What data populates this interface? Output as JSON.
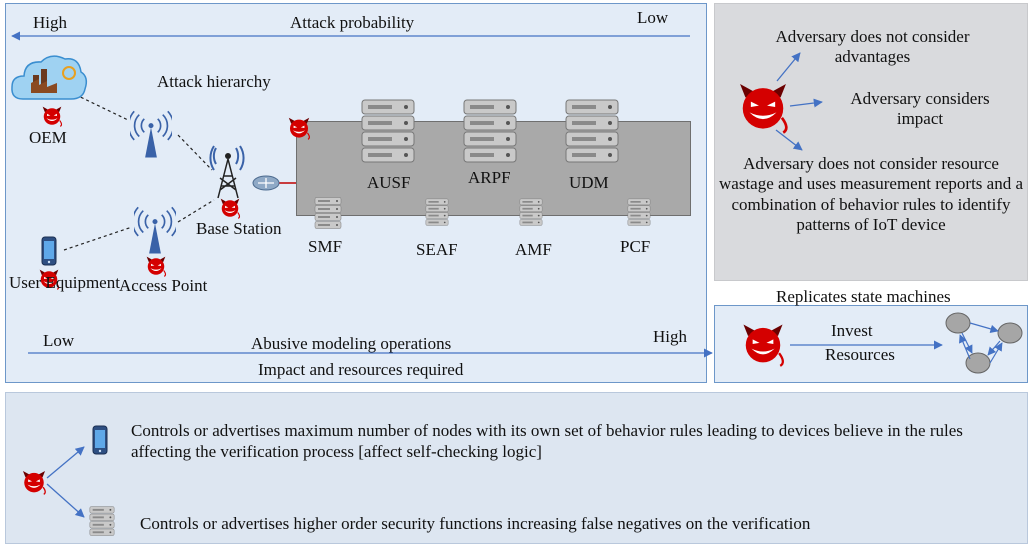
{
  "main": {
    "attack_probability": {
      "high": "High",
      "title": "Attack probability",
      "low": "Low"
    },
    "attack_hierarchy": "Attack hierarchy",
    "nodes": {
      "oem": "OEM",
      "base_station": "Base Station",
      "access_point": "Access Point",
      "user_equipment": "User Equipment"
    },
    "core_functions": {
      "ausf": "AUSF",
      "arpf": "ARPF",
      "udm": "UDM",
      "smf": "SMF",
      "seaf": "SEAF",
      "amf": "AMF",
      "pcf": "PCF"
    },
    "abusive": {
      "low": "Low",
      "title": "Abusive modeling operations",
      "high": "High"
    },
    "impact_caption": "Impact and resources required"
  },
  "right_top": {
    "no_advantages": "Adversary does not consider advantages",
    "considers_impact": "Adversary considers impact",
    "no_wastage": "Adversary does not consider resource wastage and uses measurement reports and a combination of behavior rules to identify patterns of IoT device"
  },
  "right_bottom": {
    "title": "Replicates state machines",
    "invest": "Invest",
    "resources": "Resources"
  },
  "bottom": {
    "line1": "Controls or advertises maximum number of nodes with its own set of behavior rules leading to devices believe in the rules affecting the verification process [affect self-checking logic]",
    "line2": "Controls or advertises higher order security functions increasing false negatives on the verification"
  },
  "colors": {
    "arrow": "#4472c4",
    "devil": "#d40000",
    "panel_blue": "#e3ecf7",
    "panel_gray": "#d9dadd",
    "core_gray": "#a9a9a9"
  },
  "icons": [
    "devil-icon",
    "cloud-factory-icon",
    "antenna-icon",
    "cell-tower-icon",
    "router-icon",
    "server-icon",
    "smartphone-icon",
    "state-machine-graph-icon"
  ]
}
